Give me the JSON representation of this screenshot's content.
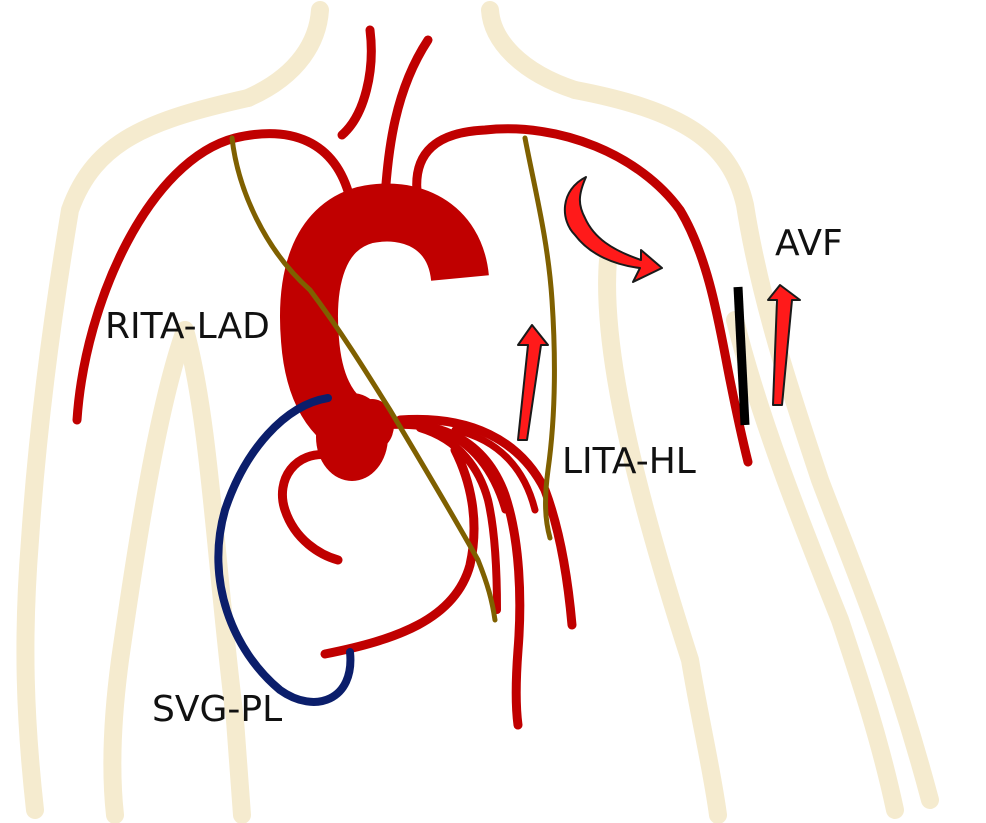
{
  "labels": {
    "rita_lad": "RITA-LAD",
    "lita_hl": "LITA-HL",
    "svg_pl": "SVG-PL",
    "avf": "AVF"
  },
  "colors": {
    "body_outline": "#f5ebcf",
    "artery": "#c00000",
    "ita_graft": "#7f6000",
    "vein_graft": "#0b1e6b",
    "avf": "#000000",
    "flow_arrow": "#ff1a1a"
  },
  "icons": {
    "flow_arrow": "flow-arrow-icon"
  }
}
